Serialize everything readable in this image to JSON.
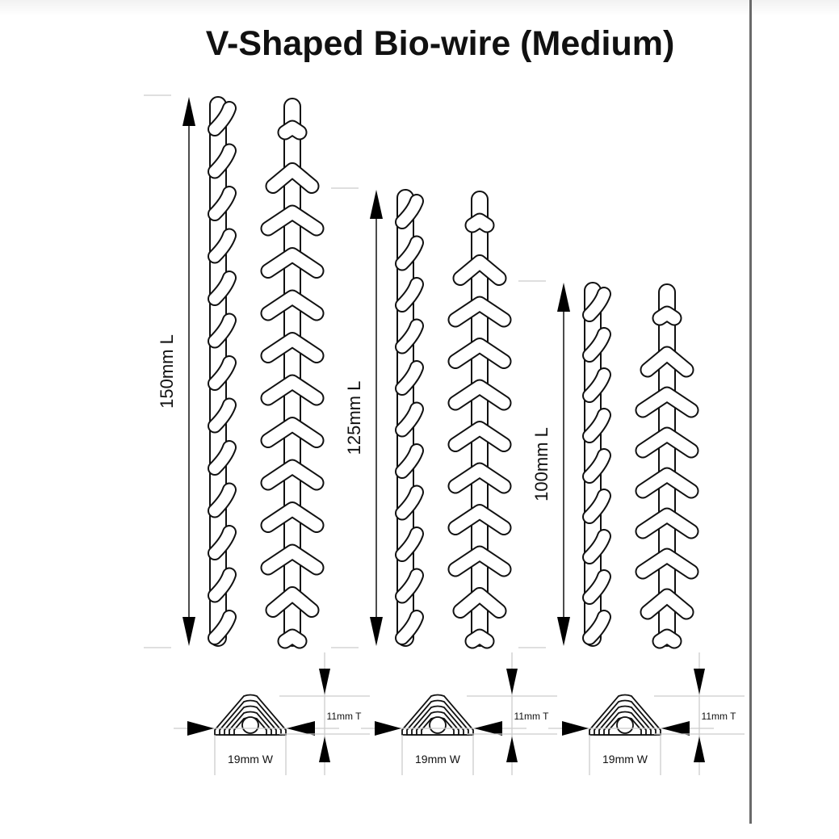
{
  "title": "V-Shaped Bio-wire (Medium)",
  "groups": [
    {
      "length_label": "150mm L",
      "length_mm": 150,
      "chevrons": 13,
      "width_label": "19mm W",
      "thickness_label": "11mm T"
    },
    {
      "length_label": "125mm L",
      "length_mm": 125,
      "chevrons": 11,
      "width_label": "19mm W",
      "thickness_label": "11mm T"
    },
    {
      "length_label": "100mm L",
      "length_mm": 100,
      "chevrons": 9,
      "width_label": "19mm W",
      "thickness_label": "11mm T"
    }
  ]
}
